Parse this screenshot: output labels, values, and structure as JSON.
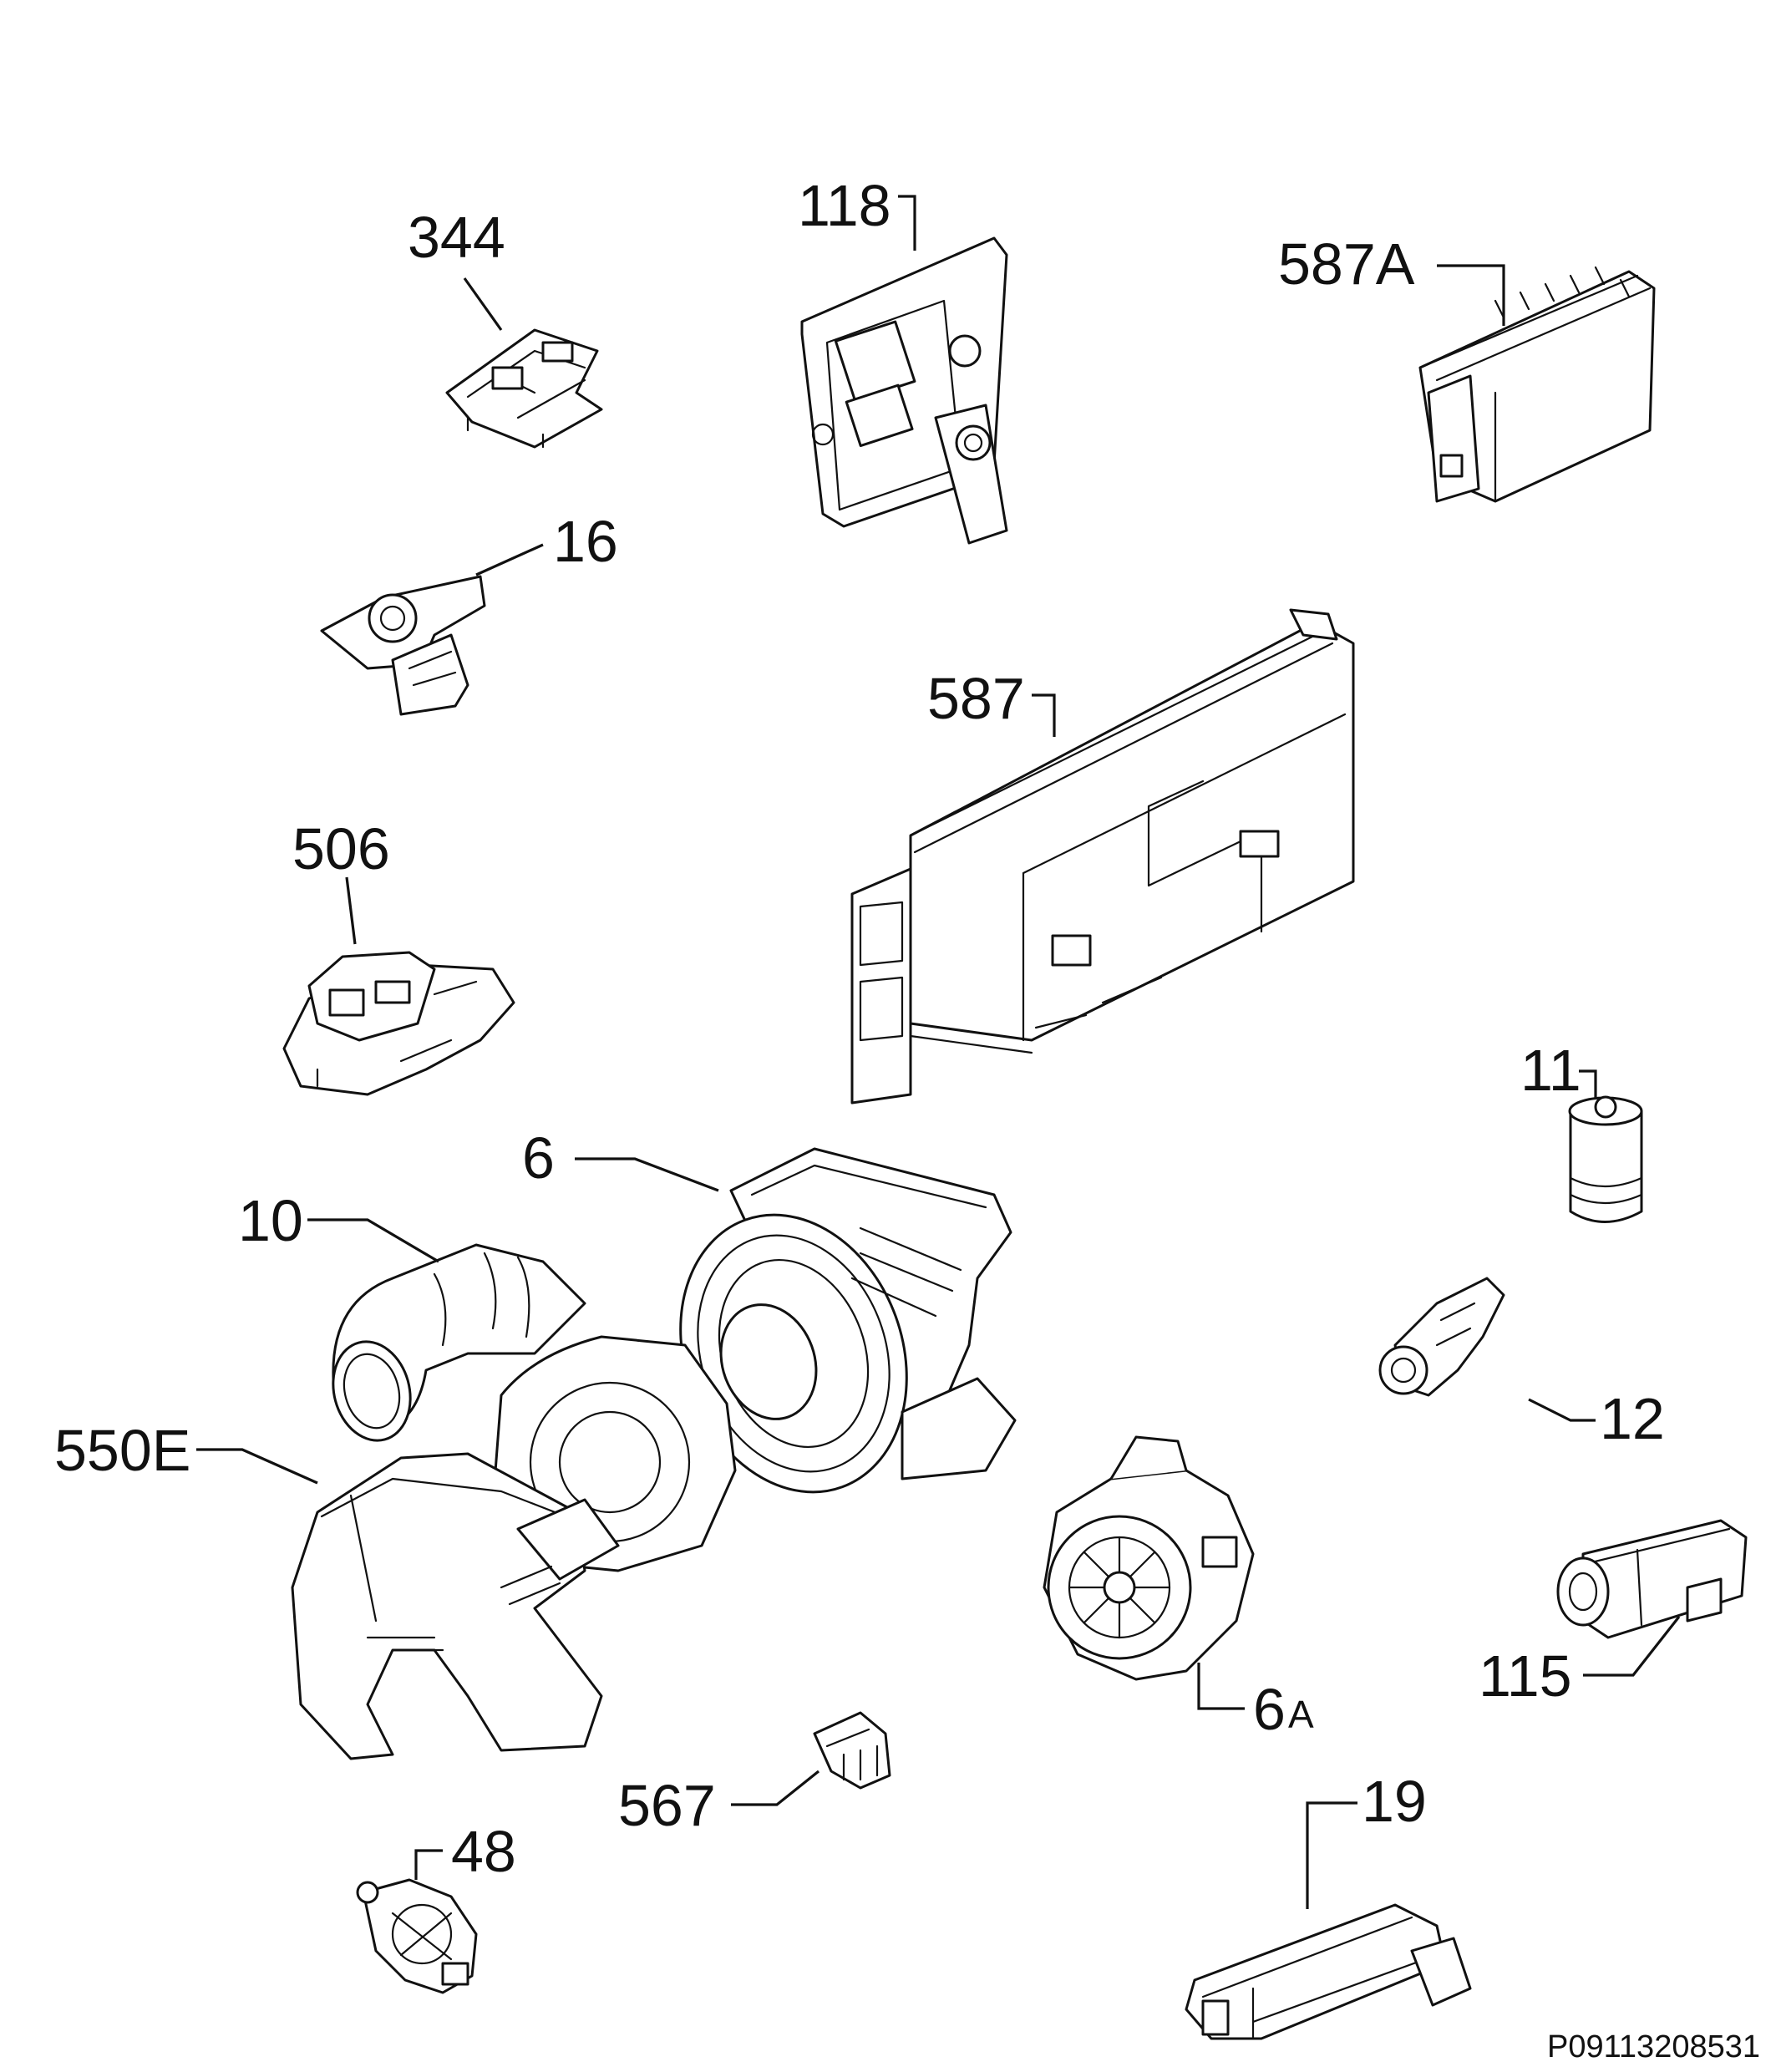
{
  "diagram": {
    "drawing_code": "P09113208531",
    "parts": [
      {
        "id": "p344",
        "label": "344"
      },
      {
        "id": "p118",
        "label": "118"
      },
      {
        "id": "p587a",
        "label": "587A"
      },
      {
        "id": "p16",
        "label": "16"
      },
      {
        "id": "p587",
        "label": "587"
      },
      {
        "id": "p506",
        "label": "506"
      },
      {
        "id": "p11",
        "label": "11"
      },
      {
        "id": "p6",
        "label": "6"
      },
      {
        "id": "p10",
        "label": "10"
      },
      {
        "id": "p12",
        "label": "12"
      },
      {
        "id": "p550e",
        "label": "550E"
      },
      {
        "id": "p6a",
        "label": "6",
        "suffix": "A"
      },
      {
        "id": "p115",
        "label": "115"
      },
      {
        "id": "p567",
        "label": "567"
      },
      {
        "id": "p48",
        "label": "48"
      },
      {
        "id": "p19",
        "label": "19"
      }
    ]
  }
}
